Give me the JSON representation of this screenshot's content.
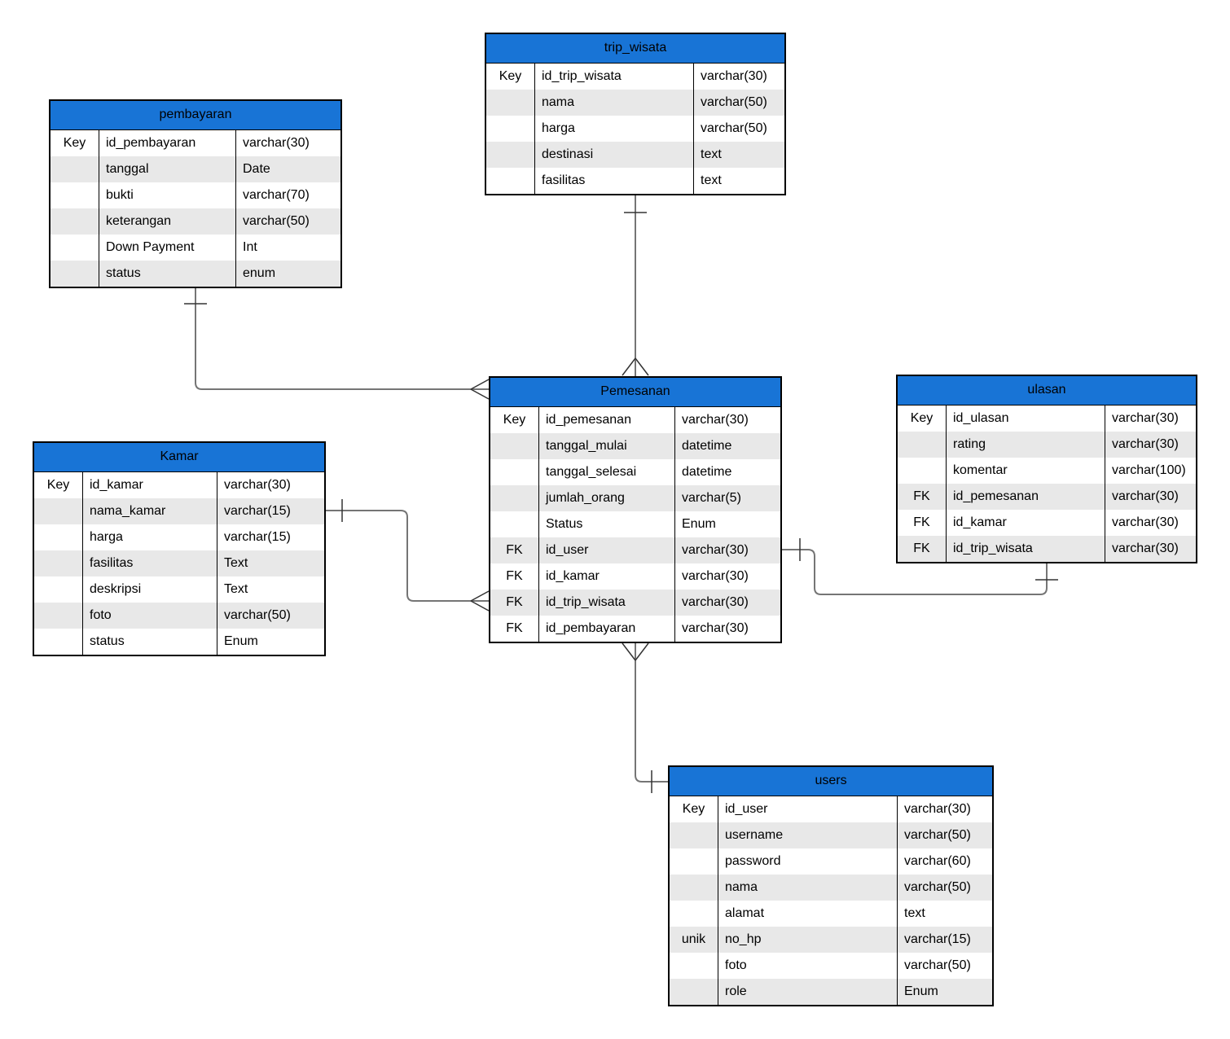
{
  "colors": {
    "header": "#1874d6",
    "row_alt": "#e8e8e8",
    "border": "#000000",
    "connector": "#757575",
    "marker": "#333333"
  },
  "entities": {
    "pembayaran": {
      "title": "pembayaran",
      "rows": [
        {
          "key": "Key",
          "name": "id_pembayaran",
          "type": "varchar(30)"
        },
        {
          "key": "",
          "name": "tanggal",
          "type": "Date"
        },
        {
          "key": "",
          "name": "bukti",
          "type": "varchar(70)"
        },
        {
          "key": "",
          "name": "keterangan",
          "type": "varchar(50)"
        },
        {
          "key": "",
          "name": "Down Payment",
          "type": "Int"
        },
        {
          "key": "",
          "name": "status",
          "type": "enum"
        }
      ]
    },
    "trip_wisata": {
      "title": "trip_wisata",
      "rows": [
        {
          "key": "Key",
          "name": "id_trip_wisata",
          "type": "varchar(30)"
        },
        {
          "key": "",
          "name": "nama",
          "type": "varchar(50)"
        },
        {
          "key": "",
          "name": "harga",
          "type": "varchar(50)"
        },
        {
          "key": "",
          "name": "destinasi",
          "type": "text"
        },
        {
          "key": "",
          "name": "fasilitas",
          "type": "text"
        }
      ]
    },
    "pemesanan": {
      "title": "Pemesanan",
      "rows": [
        {
          "key": "Key",
          "name": "id_pemesanan",
          "type": "varchar(30)"
        },
        {
          "key": "",
          "name": "tanggal_mulai",
          "type": "datetime"
        },
        {
          "key": "",
          "name": "tanggal_selesai",
          "type": "datetime"
        },
        {
          "key": "",
          "name": "jumlah_orang",
          "type": "varchar(5)"
        },
        {
          "key": "",
          "name": "Status",
          "type": "Enum"
        },
        {
          "key": "FK",
          "name": "id_user",
          "type": "varchar(30)"
        },
        {
          "key": "FK",
          "name": "id_kamar",
          "type": "varchar(30)"
        },
        {
          "key": "FK",
          "name": "id_trip_wisata",
          "type": "varchar(30)"
        },
        {
          "key": "FK",
          "name": "id_pembayaran",
          "type": "varchar(30)"
        }
      ]
    },
    "ulasan": {
      "title": "ulasan",
      "rows": [
        {
          "key": "Key",
          "name": "id_ulasan",
          "type": "varchar(30)"
        },
        {
          "key": "",
          "name": "rating",
          "type": "varchar(30)"
        },
        {
          "key": "",
          "name": "komentar",
          "type": "varchar(100)"
        },
        {
          "key": "FK",
          "name": "id_pemesanan",
          "type": "varchar(30)"
        },
        {
          "key": "FK",
          "name": "id_kamar",
          "type": "varchar(30)"
        },
        {
          "key": "FK",
          "name": "id_trip_wisata",
          "type": "varchar(30)"
        }
      ]
    },
    "kamar": {
      "title": "Kamar",
      "rows": [
        {
          "key": "Key",
          "name": "id_kamar",
          "type": "varchar(30)"
        },
        {
          "key": "",
          "name": "nama_kamar",
          "type": "varchar(15)"
        },
        {
          "key": "",
          "name": "harga",
          "type": "varchar(15)"
        },
        {
          "key": "",
          "name": "fasilitas",
          "type": "Text"
        },
        {
          "key": "",
          "name": "deskripsi",
          "type": "Text"
        },
        {
          "key": "",
          "name": "foto",
          "type": "varchar(50)"
        },
        {
          "key": "",
          "name": "status",
          "type": "Enum"
        }
      ]
    },
    "users": {
      "title": "users",
      "rows": [
        {
          "key": "Key",
          "name": "id_user",
          "type": "varchar(30)"
        },
        {
          "key": "",
          "name": "username",
          "type": "varchar(50)"
        },
        {
          "key": "",
          "name": "password",
          "type": "varchar(60)"
        },
        {
          "key": "",
          "name": "nama",
          "type": "varchar(50)"
        },
        {
          "key": "",
          "name": "alamat",
          "type": "text"
        },
        {
          "key": "unik",
          "name": "no_hp",
          "type": "varchar(15)"
        },
        {
          "key": "",
          "name": "foto",
          "type": "varchar(50)"
        },
        {
          "key": "",
          "name": "role",
          "type": "Enum"
        }
      ]
    }
  },
  "relationships": [
    {
      "from": "trip_wisata",
      "to": "Pemesanan",
      "from_cardinality": "one",
      "to_cardinality": "many"
    },
    {
      "from": "pembayaran",
      "to": "Pemesanan",
      "from_cardinality": "one",
      "to_cardinality": "many"
    },
    {
      "from": "Kamar",
      "to": "Pemesanan",
      "from_cardinality": "one",
      "to_cardinality": "many"
    },
    {
      "from": "Pemesanan",
      "to": "ulasan",
      "from_cardinality": "one",
      "to_cardinality": "one"
    },
    {
      "from": "users",
      "to": "Pemesanan",
      "from_cardinality": "one",
      "to_cardinality": "many"
    }
  ]
}
